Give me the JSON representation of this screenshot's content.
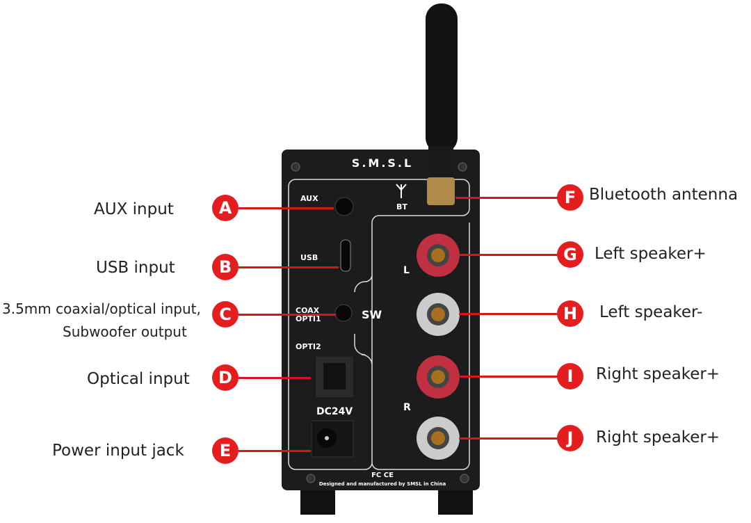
{
  "device": {
    "brand": "S.M.S.L",
    "aux": "AUX",
    "bt": "BT",
    "usb": "USB",
    "coax": "COAX",
    "opti1": "OPTI1",
    "sw": "SW",
    "opti2": "OPTI2",
    "dc": "DC24V",
    "left": "L",
    "right": "R",
    "cert": "FC CE",
    "footer": "Designed and manufactured by SMSL in China"
  },
  "callouts": {
    "A": {
      "letter": "A",
      "label": "AUX input"
    },
    "B": {
      "letter": "B",
      "label": "USB input"
    },
    "C": {
      "letter": "C",
      "label1": "3.5mm coaxial/optical input,",
      "label2": "Subwoofer output"
    },
    "D": {
      "letter": "D",
      "label": "Optical input"
    },
    "E": {
      "letter": "E",
      "label": "Power input jack"
    },
    "F": {
      "letter": "F",
      "label": "Bluetooth antenna"
    },
    "G": {
      "letter": "G",
      "label": "Left speaker+"
    },
    "H": {
      "letter": "H",
      "label": "Left speaker-"
    },
    "I": {
      "letter": "I",
      "label": "Right speaker+"
    },
    "J": {
      "letter": "J",
      "label": "Right speaker+"
    }
  },
  "colors": {
    "accent": "#e41e1e",
    "panel": "#1c1c1e"
  }
}
